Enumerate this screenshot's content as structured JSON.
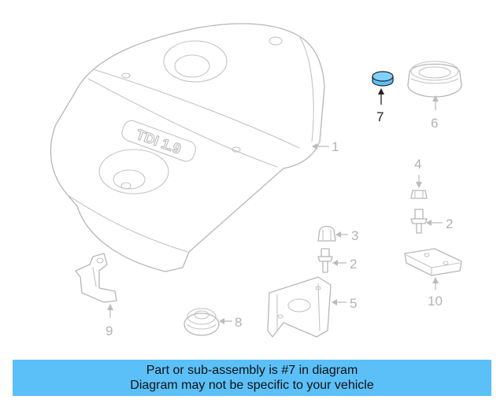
{
  "diagram": {
    "badge_text": "TDI 1.9",
    "highlight_color": "#5bc0f8",
    "callouts": {
      "part1": "1",
      "part2a": "2",
      "part2b": "2",
      "part3": "3",
      "part4": "4",
      "part5": "5",
      "part6": "6",
      "part7": "7",
      "part8": "8",
      "part9": "9",
      "part10": "10"
    }
  },
  "banner": {
    "line1": "Part or sub-assembly is #7 in diagram",
    "line2": "Diagram may not be specific to your vehicle",
    "color": "#5bc0f8"
  }
}
